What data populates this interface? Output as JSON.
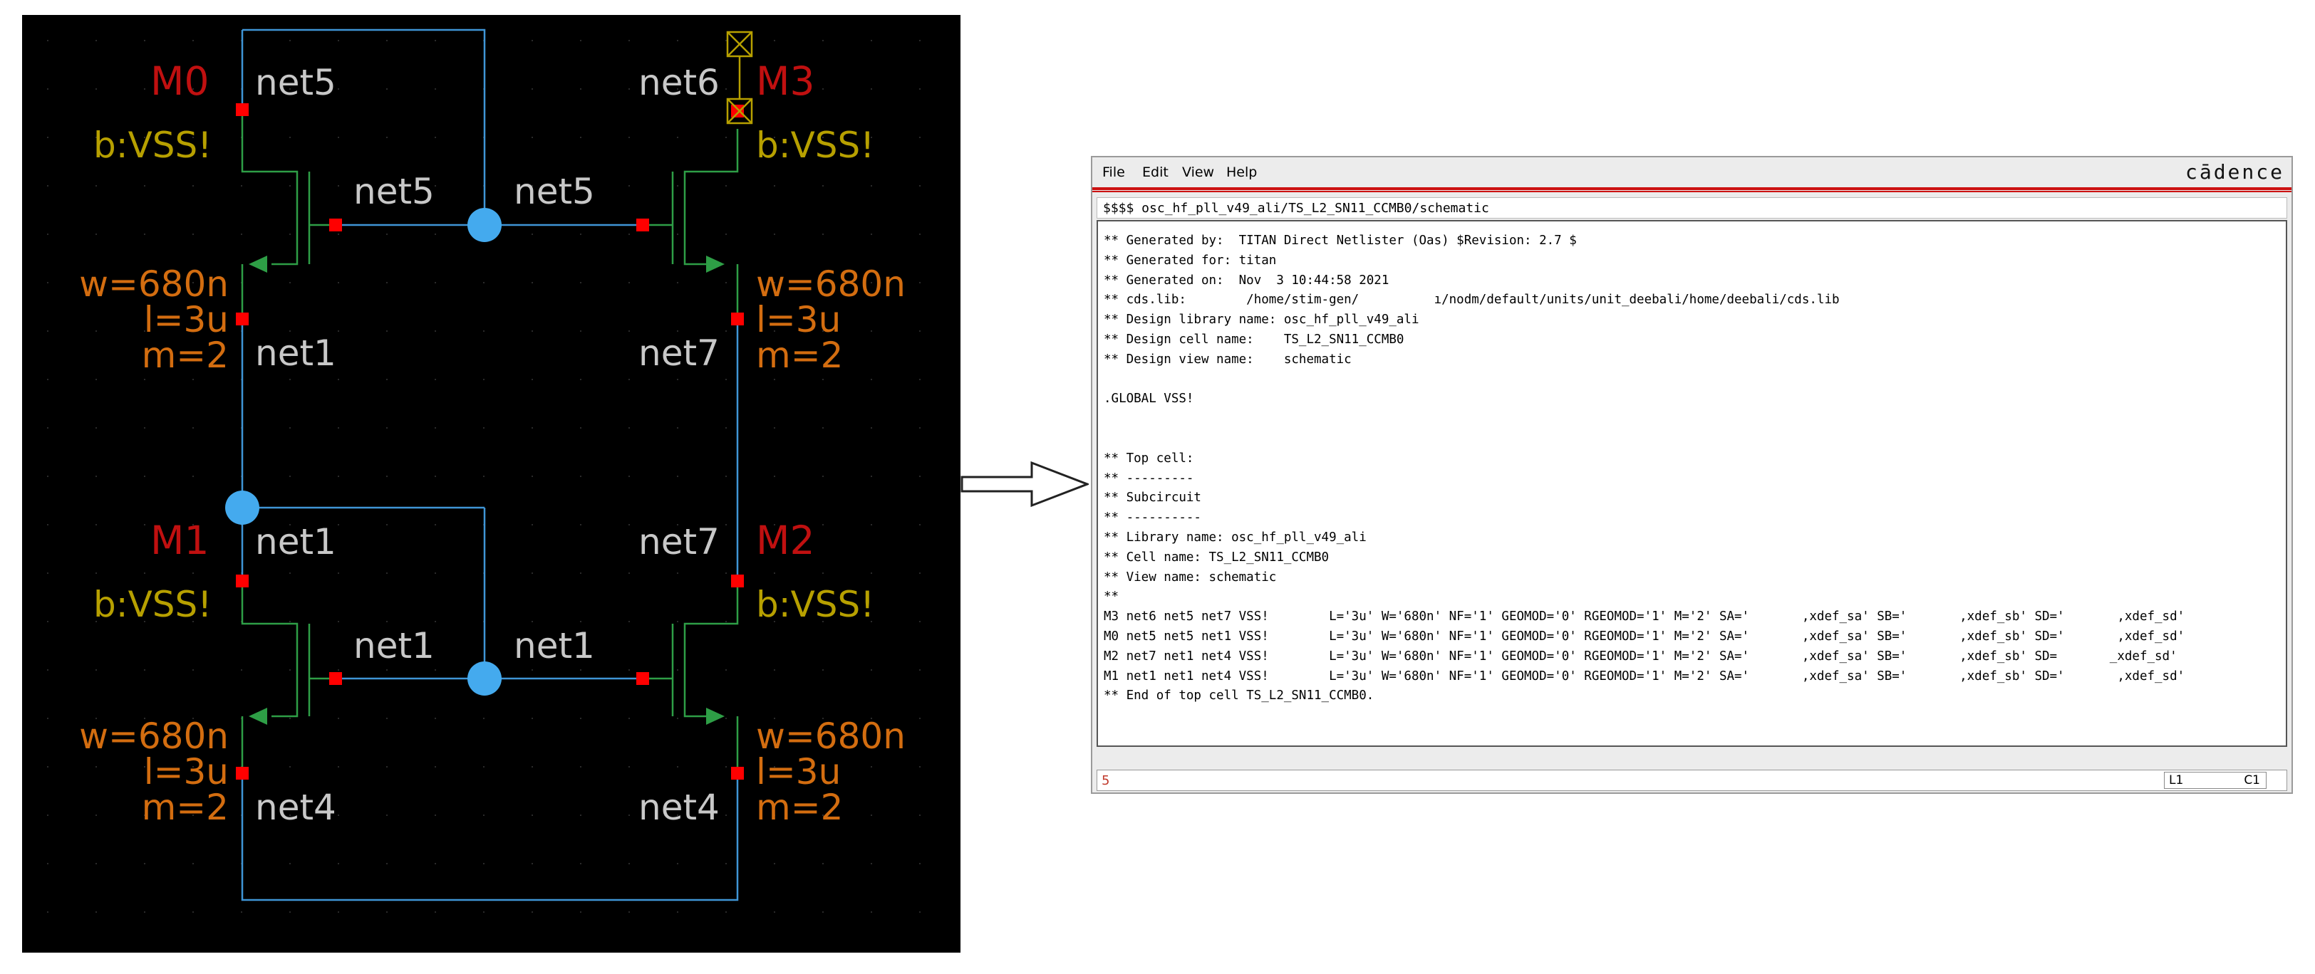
{
  "schematic": {
    "colors": {
      "background": "#000000",
      "wire": "#3f95d6",
      "device": "#2e9e46",
      "pin": "#ff0000",
      "junction": "#44aaee",
      "instance_name": "#c01010",
      "net_label": "#c8c8c8",
      "bulk_label": "#b7a000",
      "param": "#d36d10",
      "grid_dot": "#2a2a2a"
    },
    "devices": {
      "m0": {
        "name": "M0",
        "bulk": "b:VSS!",
        "w": "w=680n",
        "l": "l=3u",
        "m": "m=2"
      },
      "m1": {
        "name": "M1",
        "bulk": "b:VSS!",
        "w": "w=680n",
        "l": "l=3u",
        "m": "m=2"
      },
      "m2": {
        "name": "M2",
        "bulk": "b:VSS!",
        "w": "w=680n",
        "l": "l=3u",
        "m": "m=2"
      },
      "m3": {
        "name": "M3",
        "bulk": "b:VSS!",
        "w": "w=680n",
        "l": "l=3u",
        "m": "m=2"
      }
    },
    "nets": {
      "net5": "net5",
      "net6": "net6",
      "net1": "net1",
      "net7": "net7",
      "net4": "net4"
    }
  },
  "netlist_window": {
    "menu": [
      "File",
      "Edit",
      "View",
      "Help"
    ],
    "logo": "cādence",
    "path": "$$$$ osc_hf_pll_v49_ali/TS_L2_SN11_CCMB0/schematic",
    "lines": [
      "** Generated by:  TITAN Direct Netlister (Oas) $Revision: 2.7 $",
      "** Generated for: titan",
      "** Generated on:  Nov  3 10:44:58 2021",
      "** cds.lib:        /home/stim-gen/          ı/nodm/default/units/unit_deebali/home/deebali/cds.lib",
      "** Design library name: osc_hf_pll_v49_ali",
      "** Design cell name:    TS_L2_SN11_CCMB0",
      "** Design view name:    schematic",
      "",
      ".GLOBAL VSS!",
      "",
      "",
      "** Top cell:",
      "** ---------",
      "** Subcircuit",
      "** ----------",
      "** Library name: osc_hf_pll_v49_ali",
      "** Cell name: TS_L2_SN11_CCMB0",
      "** View name: schematic",
      "**",
      "M3 net6 net5 net7 VSS!        L='3u' W='680n' NF='1' GEOMOD='0' RGEOMOD='1' M='2' SA='       ,xdef_sa' SB='       ,xdef_sb' SD='       ,xdef_sd'",
      "M0 net5 net5 net1 VSS!        L='3u' W='680n' NF='1' GEOMOD='0' RGEOMOD='1' M='2' SA='       ,xdef_sa' SB='       ,xdef_sb' SD='       ,xdef_sd'",
      "M2 net7 net1 net4 VSS!        L='3u' W='680n' NF='1' GEOMOD='0' RGEOMOD='1' M='2' SA='       ,xdef_sa' SB='       ,xdef_sb' SD=       _xdef_sd'",
      "M1 net1 net1 net4 VSS!        L='3u' W='680n' NF='1' GEOMOD='0' RGEOMOD='1' M='2' SA='       ,xdef_sa' SB='       ,xdef_sb' SD='       ,xdef_sd'",
      "** End of top cell TS_L2_SN11_CCMB0."
    ],
    "status": {
      "left": "5",
      "line": "L1",
      "col": "C1"
    }
  }
}
